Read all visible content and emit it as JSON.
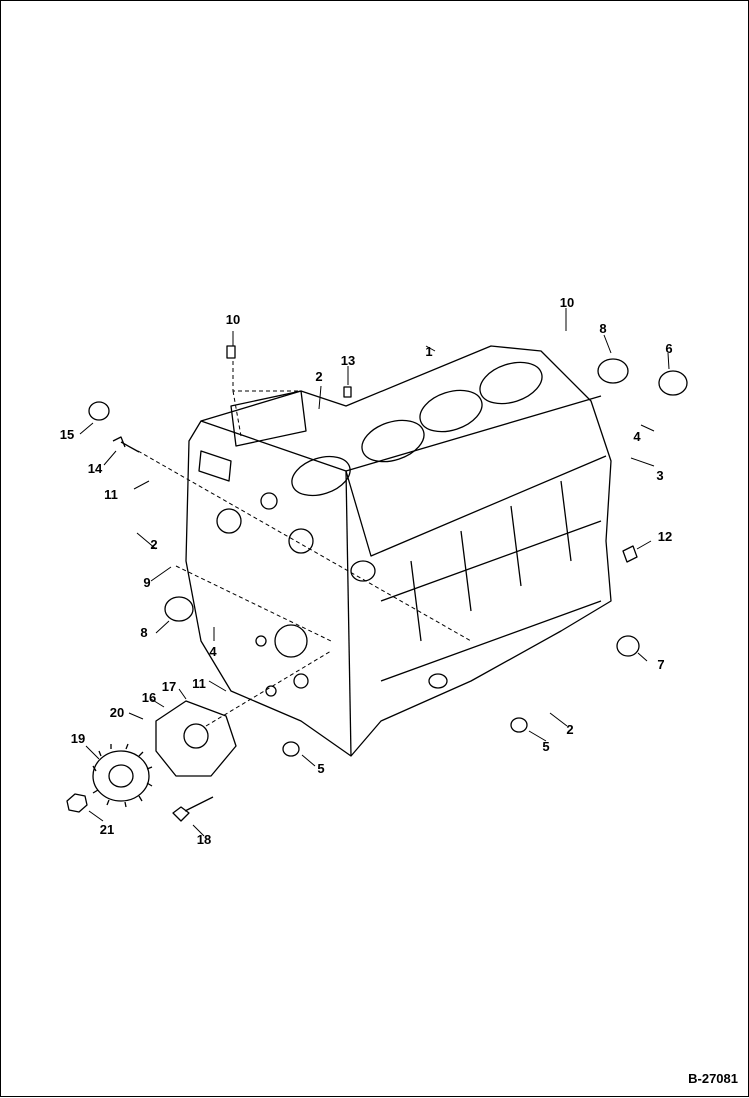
{
  "figure_code": "B-27081",
  "callouts": [
    "1",
    "2",
    "2",
    "2",
    "3",
    "4",
    "4",
    "5",
    "5",
    "6",
    "7",
    "8",
    "8",
    "9",
    "10",
    "10",
    "11",
    "11",
    "12",
    "13",
    "14",
    "15",
    "16",
    "17",
    "18",
    "19",
    "20",
    "21"
  ],
  "colors": {
    "line": "#000000",
    "background": "#ffffff"
  }
}
